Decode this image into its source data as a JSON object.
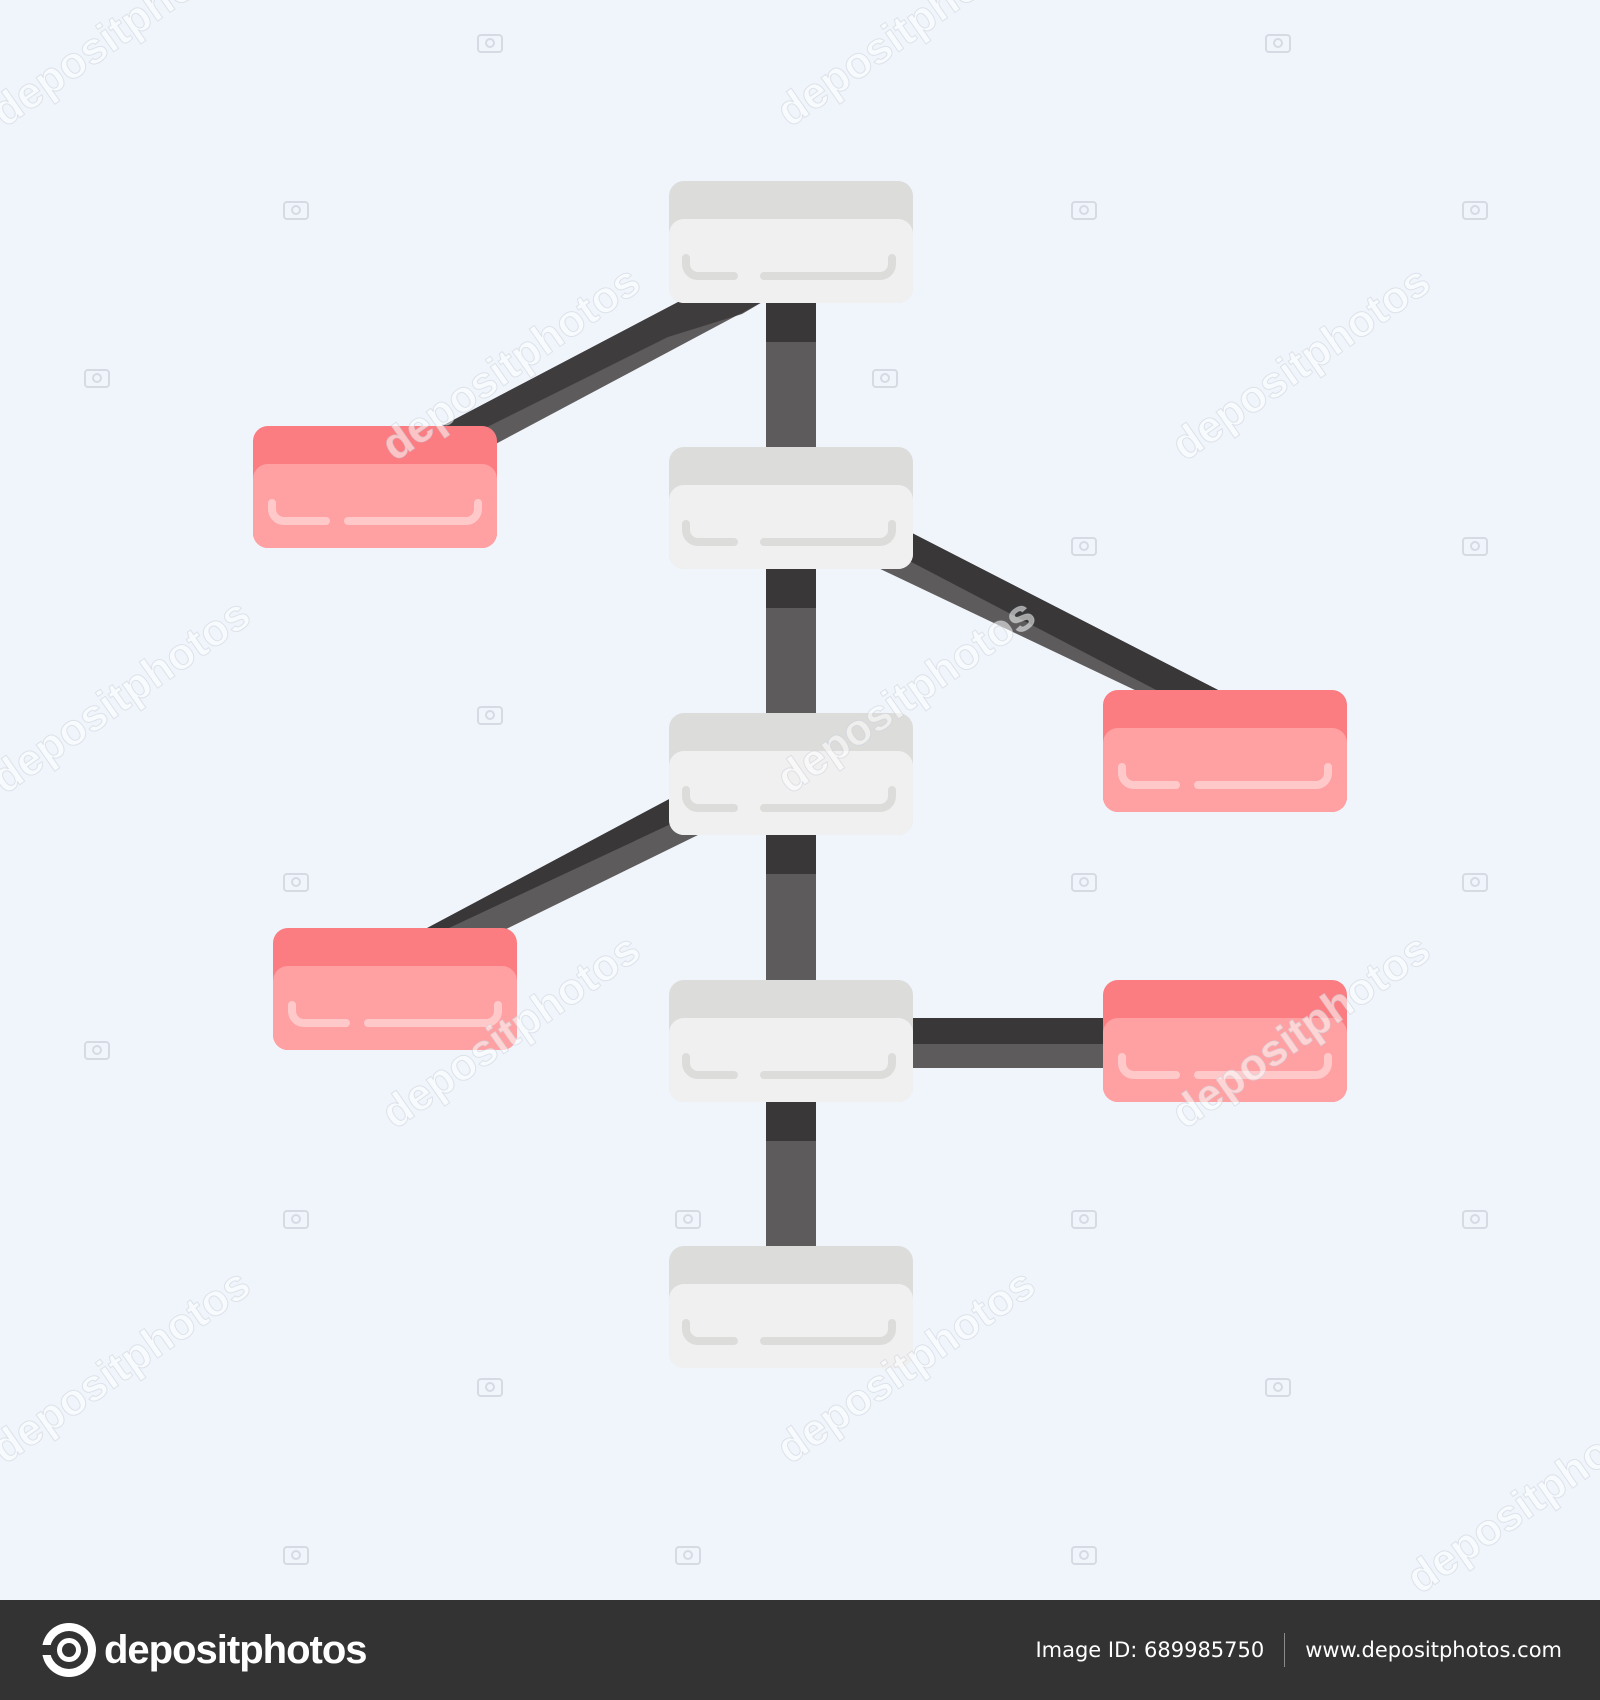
{
  "colors": {
    "background": "#F0F5FC",
    "connector": "#5E5B5C",
    "connector_shade": "#393738",
    "main_node": "#F0F0F0",
    "main_node_top": "#DCDCDA",
    "branch_node": "#FFA0A2",
    "branch_node_top": "#FB7D82",
    "footer": "#333333"
  },
  "diagram": {
    "main_nodes": [
      "node-1",
      "node-2",
      "node-3",
      "node-4",
      "node-5"
    ],
    "branch_nodes": [
      "branch-1",
      "branch-2",
      "branch-3",
      "branch-4"
    ],
    "edges": [
      [
        "node-1",
        "node-2"
      ],
      [
        "node-2",
        "node-3"
      ],
      [
        "node-3",
        "node-4"
      ],
      [
        "node-4",
        "node-5"
      ],
      [
        "node-1",
        "branch-1"
      ],
      [
        "node-2",
        "branch-2"
      ],
      [
        "node-3",
        "branch-3"
      ],
      [
        "node-4",
        "branch-4"
      ]
    ]
  },
  "watermark": {
    "text": "depositphotos"
  },
  "footer": {
    "logo_text": "depositphotos",
    "image_id": "Image ID: 689985750",
    "site": "www.depositphotos.com"
  }
}
